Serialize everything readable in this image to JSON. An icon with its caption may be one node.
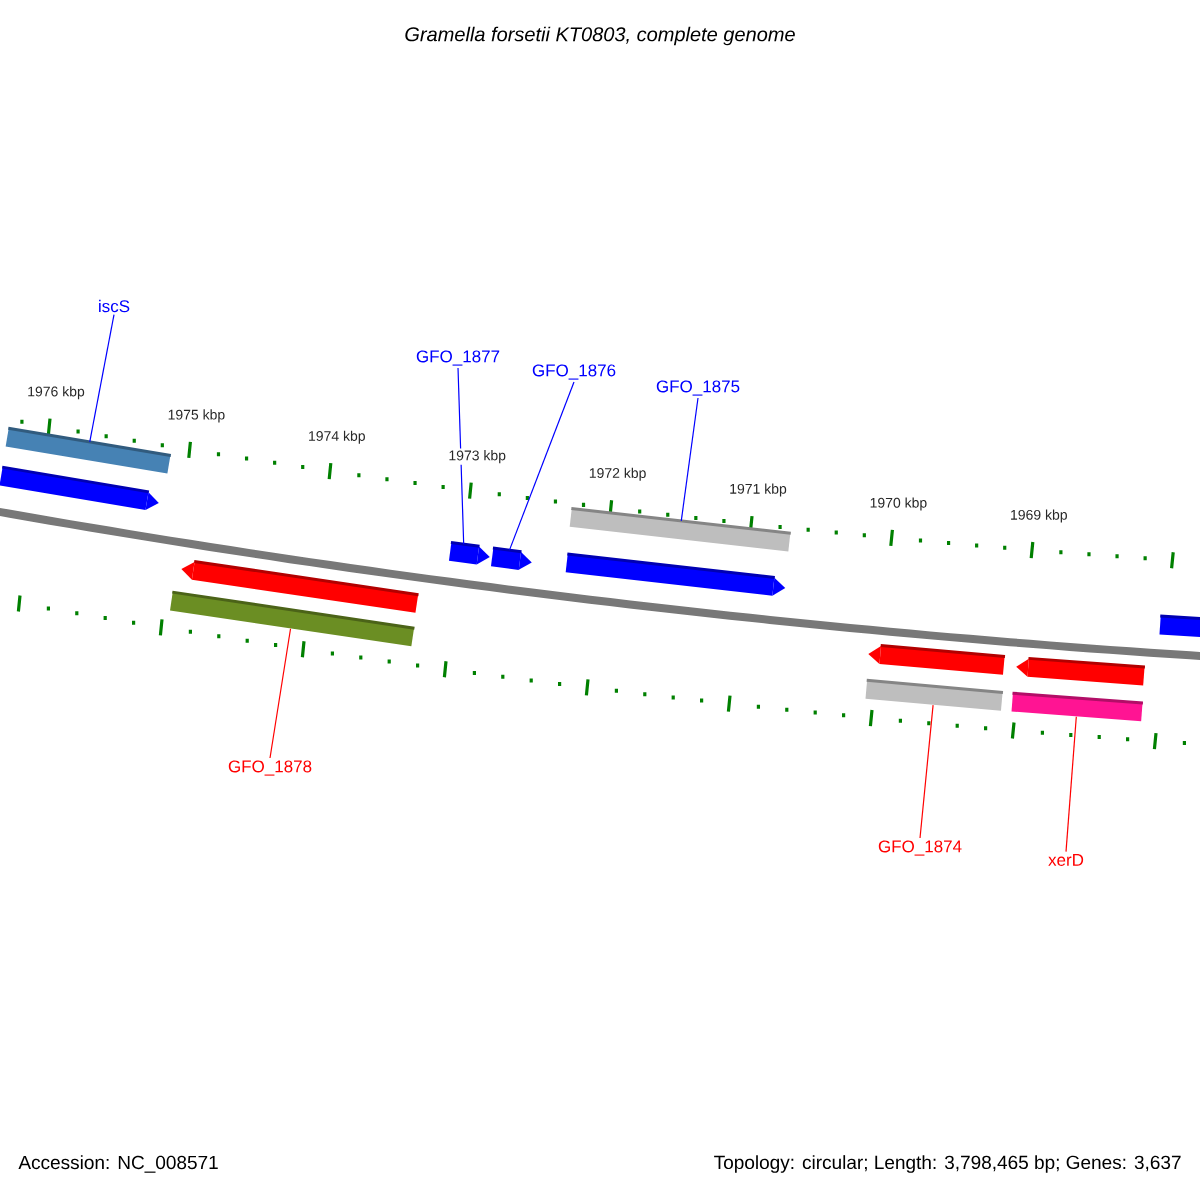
{
  "diagram": {
    "title": "Gramella forsetii KT0803, complete genome",
    "nodes": [
      {
        "text": [
          "iscS"
        ]
      },
      {
        "text": [
          "GFO_1877"
        ]
      },
      {
        "text": [
          "GFO_1876"
        ]
      },
      {
        "text": [
          "GFO_1875"
        ]
      },
      {
        "text": [
          "GFO_1878"
        ]
      },
      {
        "text": [
          "GFO_1874"
        ]
      },
      {
        "text": [
          "xerD"
        ]
      },
      {
        "text": [],
        "shape": "bar"
      },
      {
        "text": [],
        "shape": "bar"
      },
      {
        "text": [],
        "shape": "bar"
      },
      {
        "text": [],
        "shape": "bar"
      },
      {
        "text": [],
        "shape": "bar"
      },
      {
        "text": [],
        "shape": "bar"
      },
      {
        "text": [],
        "shape": "bar"
      }
    ],
    "edges": [
      {
        "from": 0,
        "to": 7,
        "arrow": "none"
      },
      {
        "from": 1,
        "to": 8,
        "arrow": "none"
      },
      {
        "from": 2,
        "to": 9,
        "arrow": "none"
      },
      {
        "from": 3,
        "to": 10,
        "arrow": "none"
      },
      {
        "from": 4,
        "to": 11,
        "arrow": "none",
        "color": "#ff0000"
      },
      {
        "from": 5,
        "to": 12,
        "arrow": "none",
        "color": "#ff0000"
      },
      {
        "from": 6,
        "to": 13,
        "arrow": "none",
        "color": "#ff0000"
      }
    ],
    "labels": [
      "1976 kbp",
      "1975 kbp",
      "1974 kbp",
      "1973 kbp",
      "1972 kbp",
      "1971 kbp",
      "1970 kbp",
      "1969 kbp",
      "Accession: NC_008571",
      "Topology: circular; Length: 3,798,465 bp; Genes: 3,637"
    ]
  }
}
